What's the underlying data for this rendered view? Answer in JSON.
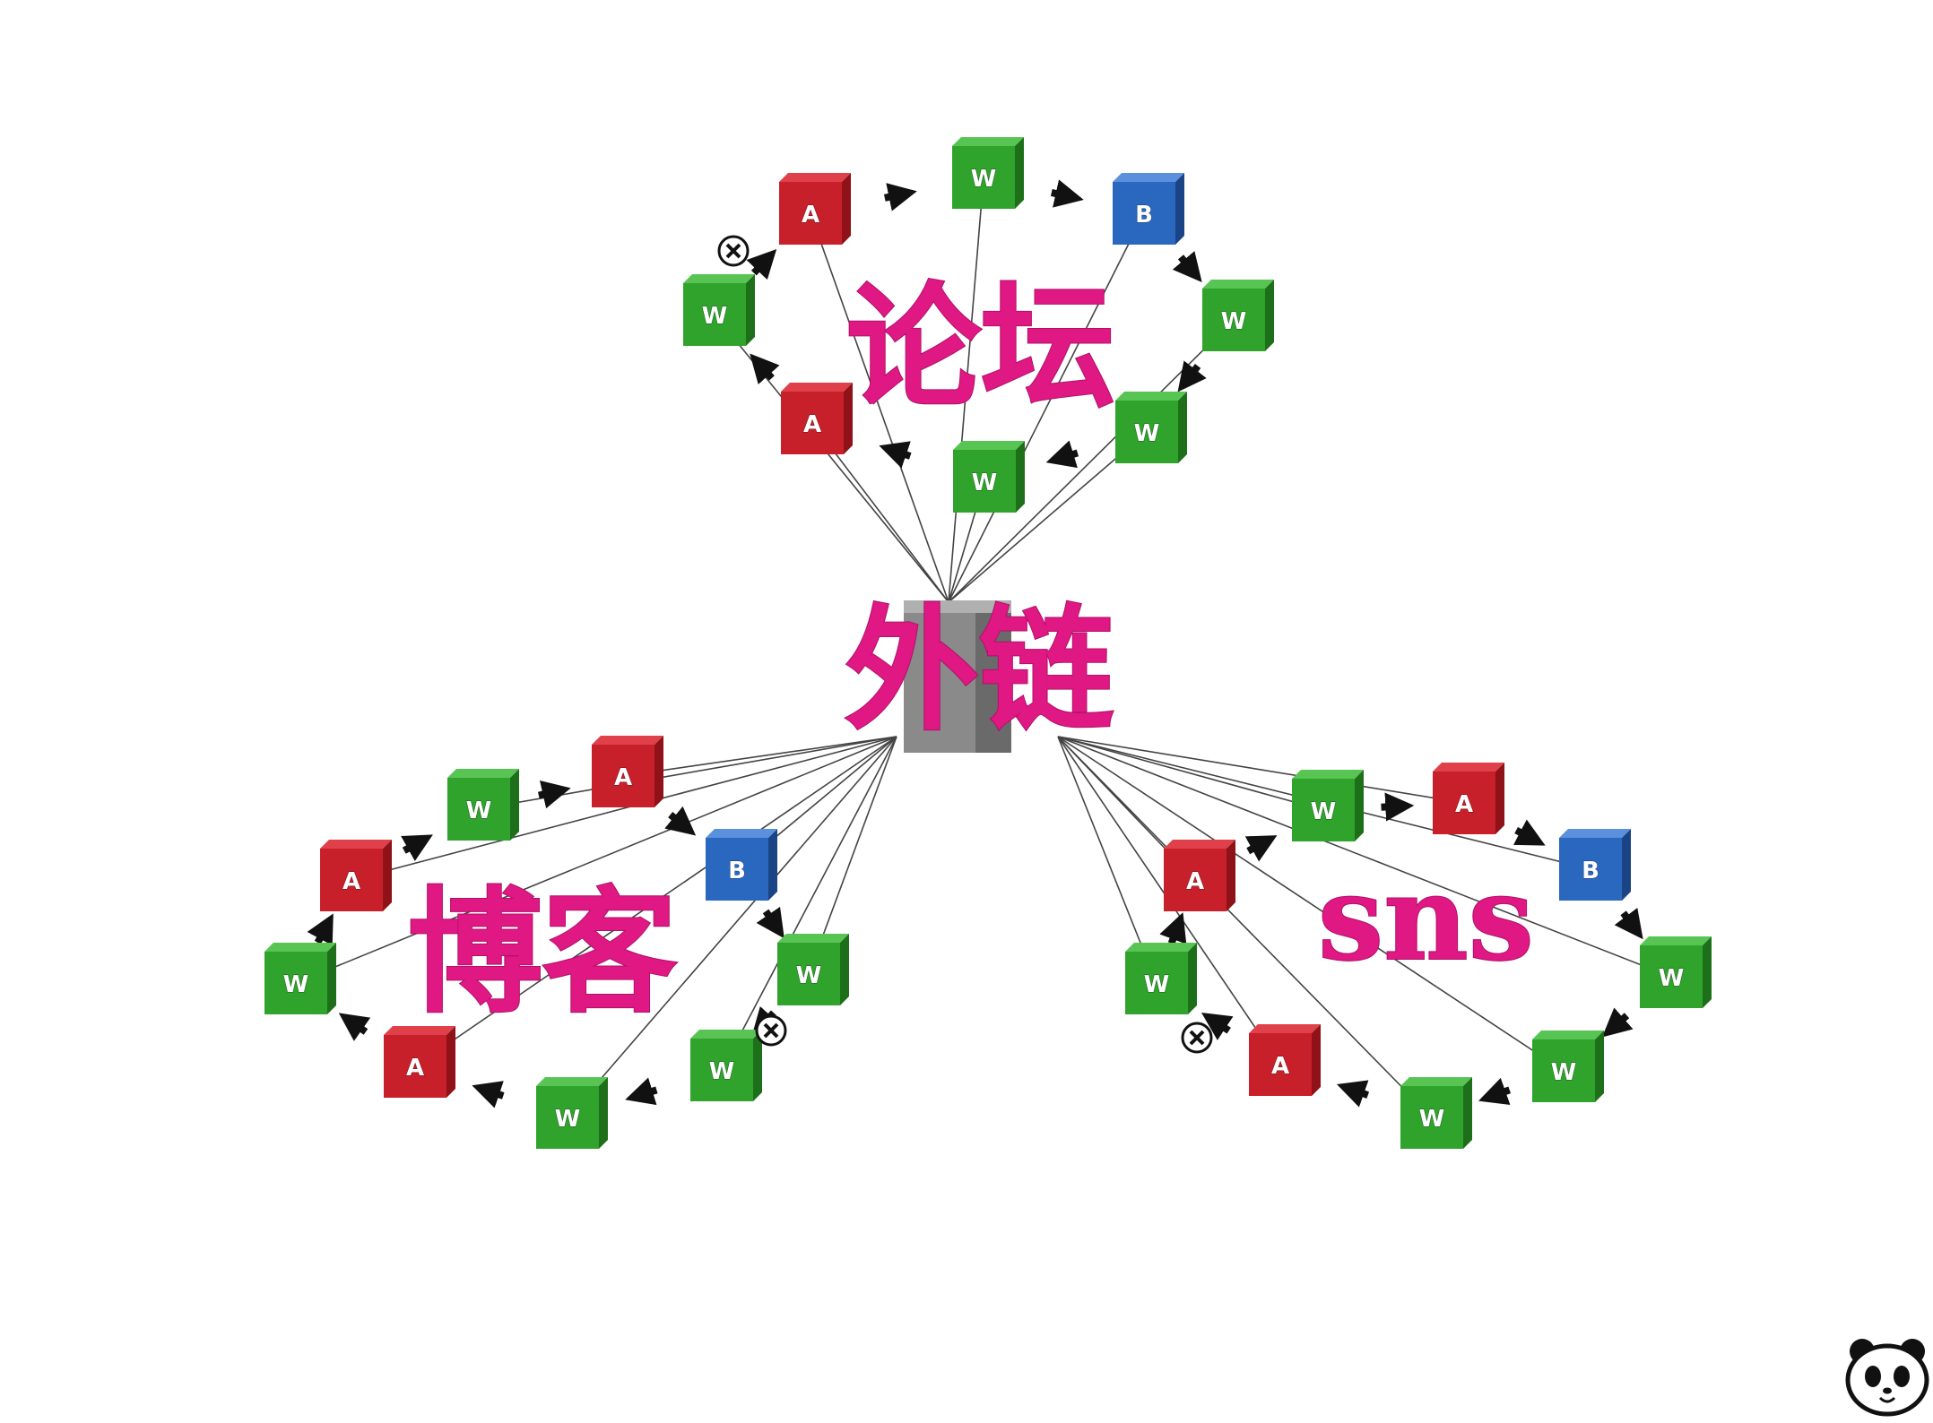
{
  "center": {
    "label": "外链"
  },
  "groups": [
    {
      "label": "论坛",
      "nodes": [
        "W",
        "B",
        "W",
        "W",
        "W",
        "A",
        "W",
        "A"
      ]
    },
    {
      "label": "博客",
      "nodes": [
        "A",
        "B",
        "W",
        "W",
        "W",
        "A",
        "W",
        "A",
        "W"
      ]
    },
    {
      "label": "sns",
      "nodes": [
        "W",
        "A",
        "B",
        "W",
        "W",
        "W",
        "A",
        "W",
        "A"
      ]
    }
  ],
  "colors": {
    "A": "#c8202a",
    "B": "#2a68c0",
    "W": "#2fa32c",
    "label": "#e01884"
  },
  "icons": [
    "cube-icon",
    "arrow-icon",
    "blocked-link-icon",
    "panda-logo-icon"
  ]
}
